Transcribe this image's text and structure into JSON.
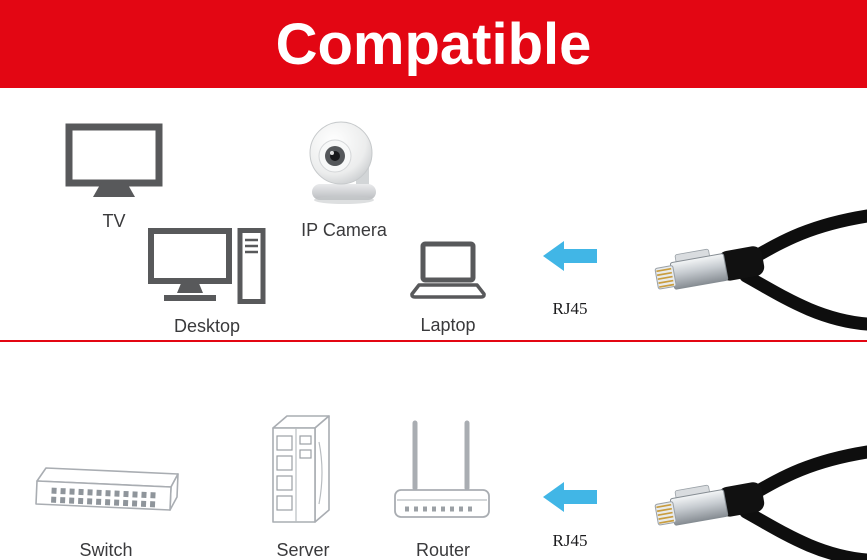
{
  "banner": {
    "title": "Compatible",
    "background_color": "#e30613",
    "text_color": "#ffffff"
  },
  "divider_color": "#e30613",
  "arrow_color": "#41b6e6",
  "top_row": {
    "devices": [
      {
        "label": "TV",
        "icon": "tv-icon"
      },
      {
        "label": "IP Camera",
        "icon": "ip-camera-icon"
      },
      {
        "label": "Desktop",
        "icon": "desktop-icon"
      },
      {
        "label": "Laptop",
        "icon": "laptop-icon"
      }
    ],
    "connector_label": "RJ45",
    "cable": "ethernet-cable-photo"
  },
  "bottom_row": {
    "devices": [
      {
        "label": "Switch",
        "icon": "switch-icon"
      },
      {
        "label": "Server",
        "icon": "server-icon"
      },
      {
        "label": "Router",
        "icon": "router-icon"
      }
    ],
    "connector_label": "RJ45",
    "cable": "ethernet-cable-photo"
  }
}
